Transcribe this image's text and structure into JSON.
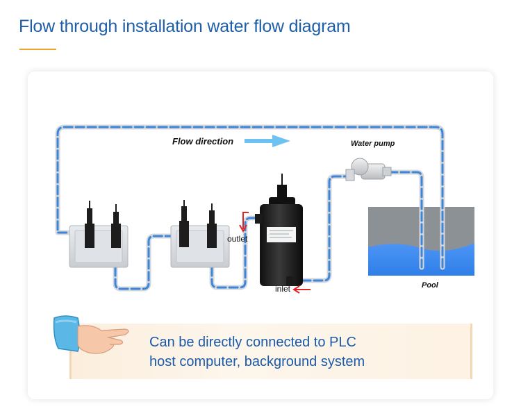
{
  "title": "Flow through installation water flow diagram",
  "labels": {
    "flow_direction": "Flow direction",
    "water_pump": "Water pump",
    "pool": "Pool",
    "outlet": "outlet",
    "inlet": "inlet"
  },
  "banner": {
    "line1": "Can be directly connected to PLC",
    "line2": "host computer, background system"
  },
  "colors": {
    "title": "#1f5fa8",
    "accent_underline": "#f0a330",
    "pipe_blue": "#3d86d9",
    "water": "#3b8cf2",
    "arrow_light_blue": "#6ec2f2",
    "arrow_red": "#e02424",
    "banner_text": "#1a5aa8"
  }
}
